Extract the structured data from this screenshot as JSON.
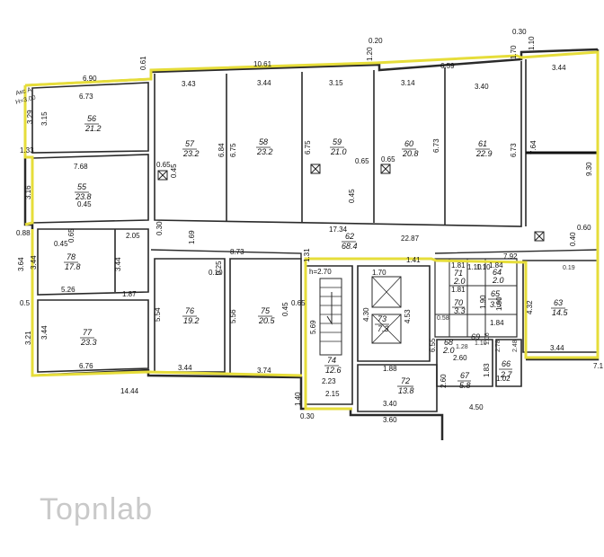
{
  "axis_label": "Акс А",
  "axis_height": "H=3.00",
  "stair_height": "h=2.70",
  "watermark": "Topnlab",
  "outer_dims": {
    "d690": "6.90",
    "d061": "0.61",
    "d1061": "10.61",
    "d020": "0.20",
    "d120": "1.20",
    "d659": "6.59",
    "d170": "1.70",
    "d030t": "0.30",
    "d110t": "1.10",
    "d344tr": "3.44",
    "d329": "3.29",
    "d133": "1.33",
    "d316": "3.16",
    "d088": "0.88",
    "d364": "3.64",
    "d05": "0.5",
    "d321": "3.21",
    "d1444": "14.44",
    "d140": "1.40",
    "d030b": "0.30",
    "d450": "4.50",
    "d930": "9.30",
    "d71": "7.1"
  },
  "rooms": {
    "r56": {
      "num": "56",
      "area": "21.2",
      "w": "6.73",
      "h": "3.15"
    },
    "r55": {
      "num": "55",
      "area": "23.8",
      "w": "7.68",
      "d1": "0.45"
    },
    "r57": {
      "num": "57",
      "area": "23.2",
      "w": "3.43",
      "h": "6.84",
      "d1": "0.65",
      "d2": "0.45"
    },
    "r58": {
      "num": "58",
      "area": "23.2",
      "w": "3.44",
      "h": "6.75"
    },
    "r59": {
      "num": "59",
      "area": "21.0",
      "w": "3.15",
      "h": "6.75",
      "d1": "0.65",
      "d2": "0.45"
    },
    "r60": {
      "num": "60",
      "area": "20.8",
      "w": "3.14",
      "h": "6.73",
      "d1": "0.65"
    },
    "r61": {
      "num": "61",
      "area": "22.9",
      "w": "3.40",
      "h": "6.73"
    },
    "r62": {
      "num": "62",
      "area": "68.4",
      "w": "17.34",
      "w2": "22.87",
      "d1": "1.69",
      "d2": "0.30",
      "d3": "2.05",
      "d4": "0.60",
      "d5": "0.40",
      "d6": "7.92"
    },
    "r78": {
      "num": "78",
      "area": "17.8",
      "w": "5.26",
      "h": "3.44",
      "h2": "3.44",
      "d1": "0.45",
      "d2": "0.65",
      "d3": "1.87"
    },
    "r77": {
      "num": "77",
      "area": "23.3",
      "w": "6.76",
      "h": "3.44"
    },
    "r76": {
      "num": "76",
      "area": "19.2",
      "w": "3.44",
      "h": "5.54",
      "d1": "0.25",
      "d2": "0.10"
    },
    "r75": {
      "num": "75",
      "area": "20.5",
      "w": "3.74",
      "h": "5.56",
      "d1": "8.73",
      "d2": "0.45",
      "d3": "0.65"
    },
    "r74": {
      "num": "74",
      "area": "12.6",
      "w": "2.23",
      "w2": "2.15",
      "h": "5.69",
      "d1": "1.31"
    },
    "r73": {
      "num": "73",
      "area": "7.3",
      "w": "1.70",
      "h": "4.30",
      "h2": "4.53",
      "d1": "1.41"
    },
    "r72": {
      "num": "72",
      "area": "13.8",
      "w": "1.88",
      "w2": "3.40",
      "w3": "3.60",
      "h": "6.55",
      "h2": "2.60"
    },
    "r71": {
      "num": "71",
      "area": "2.0",
      "w": "1.81",
      "h": "1.10"
    },
    "r70": {
      "num": "70",
      "area": "3.3",
      "w": "1.81",
      "h": "1.90",
      "d1": "0.58"
    },
    "r69": {
      "num": "69",
      "area": "1.3",
      "w": "1.10",
      "d1": "1.06"
    },
    "r68": {
      "num": "68",
      "area": "2.0",
      "w": "1.28"
    },
    "r67": {
      "num": "67",
      "area": "5.8",
      "w": "2.60",
      "h": "1.83"
    },
    "r66": {
      "num": "66",
      "area": "2.7",
      "w": "1.02",
      "h": "2.78",
      "h2": "2.48"
    },
    "r65": {
      "num": "65",
      "area": "3.5",
      "w": "1.90",
      "w2": "1.84"
    },
    "r64": {
      "num": "64",
      "area": "2.0",
      "w": "1.10",
      "w2": "1.84"
    },
    "r63": {
      "num": "63",
      "area": "14.5",
      "w": "3.44",
      "h": "4.32",
      "d1": "0.19"
    }
  }
}
